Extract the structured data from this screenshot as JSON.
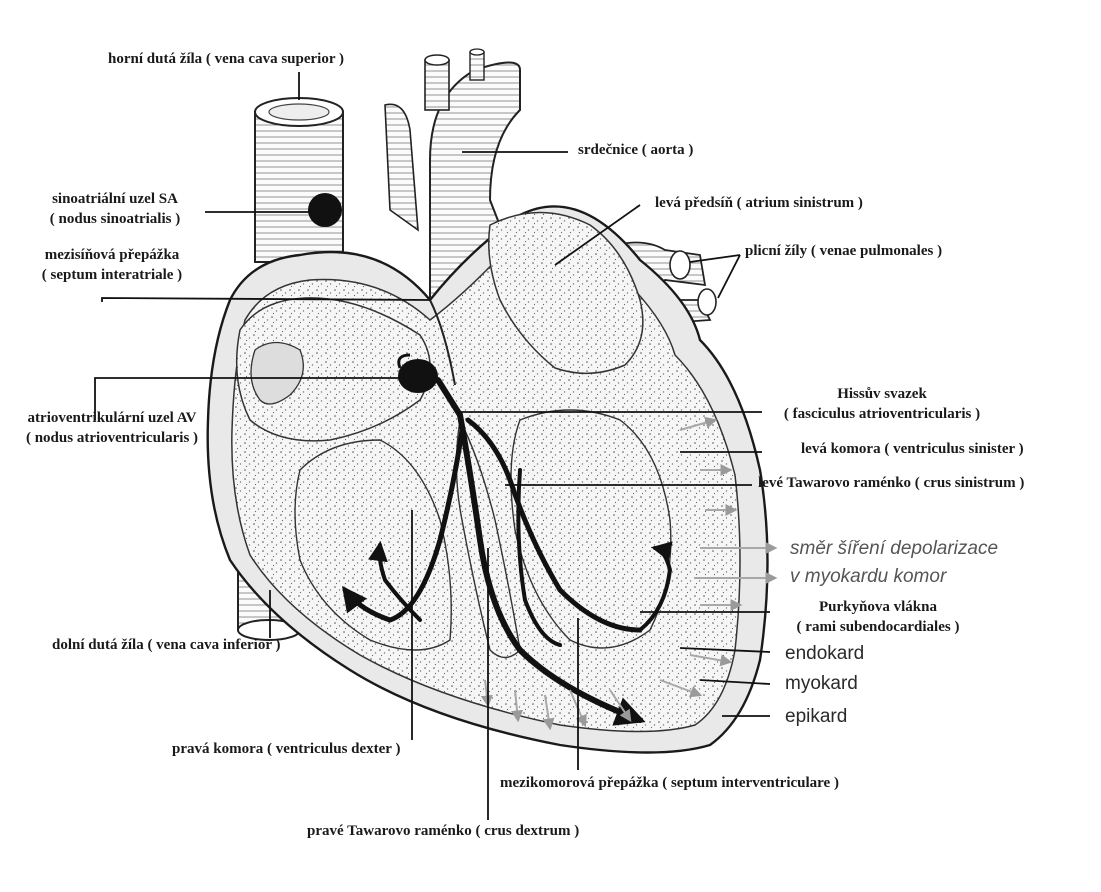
{
  "labels": {
    "svc": "horní dutá žíla ( vena cava superior )",
    "aorta": "srdečnice ( aorta )",
    "sa_line1": "sinoatriální uzel SA",
    "sa_line2": "( nodus sinoatrialis )",
    "left_atrium": "levá předsíň ( atrium sinistrum )",
    "pulm_veins": "plicní žíly ( venae pulmonales )",
    "septum_ia_line1": "mezisíňová přepážka",
    "septum_ia_line2": "( septum interatriale )",
    "av_line1": "atrioventrikulární uzel AV",
    "av_line2": "( nodus atrioventricularis )",
    "his_line1": "Hissův svazek",
    "his_line2": "( fasciculus atrioventricularis )",
    "left_ventricle": "levá komora ( ventriculus sinister )",
    "left_branch": "levé Tawarovo raménko ( crus sinistrum )",
    "depol_line1": "směr šíření depolarizace",
    "depol_line2": "v myokardu komor",
    "purkinje_line1": "Purkyňova vlákna",
    "purkinje_line2": "( rami subendocardiales )",
    "endocard": "endokard",
    "myocard": "myokard",
    "epicard": "epikard",
    "ivc": "dolní dutá žíla ( vena cava inferior )",
    "right_ventricle": "pravá komora ( ventriculus dexter )",
    "septum_iv": "mezikomorová přepážka ( septum interventriculare )",
    "right_branch": "pravé Tawarovo raménko ( crus dextrum )"
  },
  "colors": {
    "ink": "#1a1a1a",
    "tissue": "#f2f2f2",
    "conduction": "#111111",
    "depolarization_arrows": "#a8a8a8"
  }
}
